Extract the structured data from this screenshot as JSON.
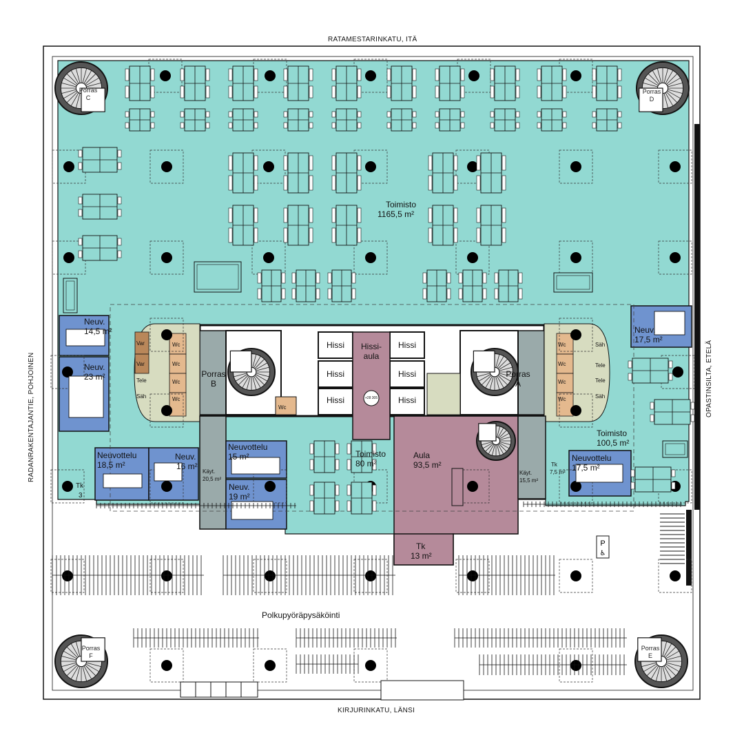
{
  "streets": {
    "north": "RATAMESTARINKATU, ITÄ",
    "south": "KIRJURINKATU, LÄNSI",
    "west": "RADANRAKENTAJANTIE, POHJOINEN",
    "east": "OPASTINSILTA, ETELÄ"
  },
  "colors": {
    "office": "#92d9d2",
    "meeting": "#6f93cf",
    "lobby": "#b58a9a",
    "core": "#9aaaaa",
    "wc": "#e4b98e",
    "utility": "#d7dcc0",
    "storage": "#b9875a",
    "walls": "#111111"
  },
  "rooms": {
    "office_main_name": "Toimisto",
    "office_main_area": "1165,5 m²",
    "office_mid_name": "Toimisto",
    "office_mid_area": "80 m²",
    "office_right_name": "Toimisto",
    "office_right_area": "100,5 m²",
    "aula_name": "Aula",
    "aula_area": "93,5 m²",
    "neuv1_name": "Neuv.",
    "neuv1_area": "14,5 m²",
    "neuv2_name": "Neuv.",
    "neuv2_area": "23 m²",
    "neuv3_name": "Neuvottelu",
    "neuv3_area": "18,5 m²",
    "neuv4_name": "Neuv.",
    "neuv4_area": "16 m²",
    "neuv5_name": "Neuvottelu",
    "neuv5_area": "15 m²",
    "neuv6_name": "Neuv.",
    "neuv6_area": "19 m²",
    "neuv7_name": "Neuv.",
    "neuv7_area": "17,5 m²",
    "neuv8_name": "Neuvottelu",
    "neuv8_area": "17,5 m²",
    "kayt1_name": "Käyt.",
    "kayt1_area": "20,5 m²",
    "kayt2_name": "Käyt.",
    "kayt2_area": "15,5 m²",
    "tk1_name": "Tk",
    "tk1_area": "13 m²",
    "tk2_name": "Tk",
    "tk2_area": "7,5 m²",
    "tk3_name": "Tk",
    "tk3_area": "3",
    "porras_a_1": "Porras",
    "porras_a_2": "A",
    "porras_b_1": "Porras",
    "porras_b_2": "B",
    "porras_c_1": "Porras",
    "porras_c_2": "C",
    "porras_d_1": "Porras",
    "porras_d_2": "D",
    "porras_e_1": "Porras",
    "porras_e_2": "E",
    "porras_f_1": "Porras",
    "porras_f_2": "F",
    "hissi": "Hissi",
    "hissiaula_1": "Hissi-",
    "hissiaula_2": "aula",
    "wc": "Wc",
    "var": "Var",
    "tele": "Tele",
    "sah": "Säh",
    "elev_marker": "+28 305",
    "bike_parking": "Polkupyöräpysäköinti",
    "parking_sign": "P"
  }
}
